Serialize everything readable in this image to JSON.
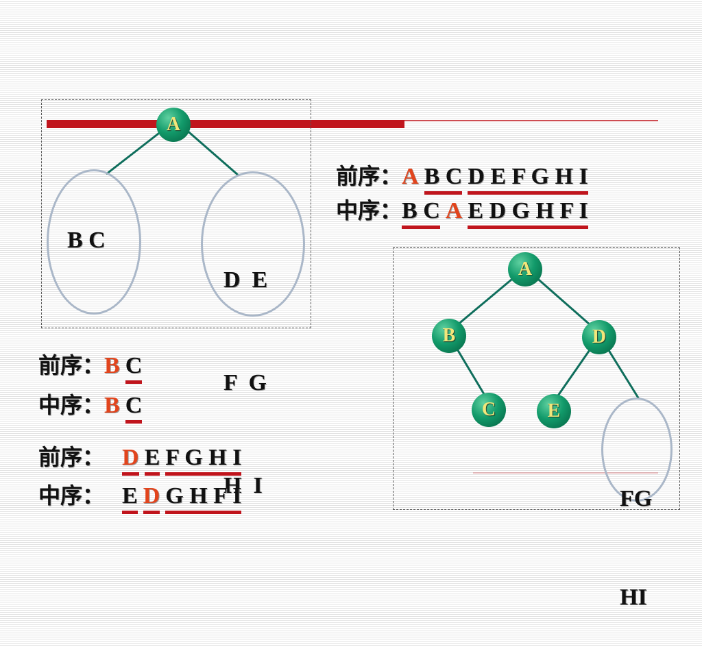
{
  "tree1": {
    "root": "A",
    "left_set": "B C",
    "right_set": [
      "D  E",
      "F  G",
      "H  I"
    ]
  },
  "seq_top": {
    "pre_label": "前序：",
    "pre": [
      "A",
      "B C",
      "D E F G H I"
    ],
    "in_label": "中序：",
    "in": [
      "B C",
      "A",
      "E D G H F I"
    ]
  },
  "seq_bc": {
    "pre_label": "前序：",
    "pre": [
      "B",
      "C"
    ],
    "in_label": "中序：",
    "in": [
      "B",
      "C"
    ]
  },
  "seq_dg": {
    "pre_label": "前序：",
    "pre": [
      "D",
      "E",
      "F G H I"
    ],
    "in_label": "中序：",
    "in": [
      "E",
      "D",
      "G H F I"
    ]
  },
  "tree2": {
    "nodes": [
      "A",
      "B",
      "D",
      "C",
      "E"
    ],
    "sub_set": [
      "FG",
      "HI"
    ]
  },
  "colors": {
    "accent_red": "#c0141c",
    "highlight_red": "#e2441c",
    "node_green": "#129a6a",
    "node_text": "#f2e67a",
    "ellipse": "#aab7c8"
  }
}
